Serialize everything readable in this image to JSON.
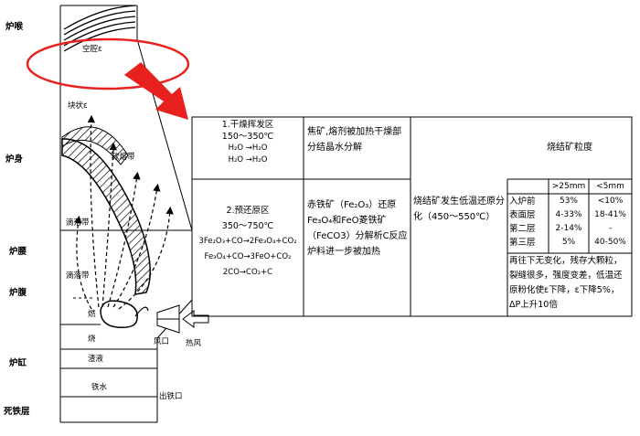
{
  "furnace": {
    "left_labels": {
      "throat": "炉喉",
      "shaft": "炉身",
      "belly": "炉腰",
      "bosh": "炉腹",
      "hearth": "炉缸",
      "dead_iron": "死铁层"
    },
    "inner_labels": {
      "empty": "空腔",
      "empty_suffix": "ε",
      "block": "块状",
      "block_suffix": "ε",
      "soft": "软熔带",
      "drip": "滴落带",
      "drip2": "滴落带",
      "burn": "燃",
      "burn2": "烧",
      "slag": "渣液",
      "iron": "铁水"
    },
    "right_labels": {
      "tuyere": "风口",
      "hot_air": "热风",
      "taphole": "出铁口"
    }
  },
  "table": {
    "zone1": {
      "title": "1.干燥挥发区",
      "temp": "150～350℃",
      "eq1_lhs": "H₂O",
      "eq1_rhs": "H₂O",
      "eq2_lhs": "H₂O",
      "eq2_rhs": "H₂O",
      "desc": "焦矿,熔剂被加热干燥部分结晶水分解"
    },
    "zone2": {
      "title": "2.预还原区",
      "temp": "350～750℃",
      "eq1": "3Fe₂O₃+CO→2Fe₃O₄+CO₂",
      "eq2": "Fe₃O₄+CO→3FeO+CO₂",
      "eq3": "2CO→CO₂+C",
      "desc": "赤铁矿（Fe₂O₃）还原Fe₃O₄和FeO菱铁矿（FeCO3）分解析C反应炉料进一步被加热"
    },
    "middle_note": "烧结矿发生低温还原分化（450～550℃）",
    "size_header": "烧结矿粒度",
    "size_table": {
      "col1": ">25mm",
      "col2": "<5mm",
      "rows": [
        {
          "name": "入炉前",
          "a": "53%",
          "b": "<10%"
        },
        {
          "name": "表面层",
          "a": "4-33%",
          "b": "18-41%"
        },
        {
          "name": "第二层",
          "a": "2-14%",
          "b": "-"
        },
        {
          "name": "第三层",
          "a": "5%",
          "b": "40-50%"
        }
      ]
    },
    "conclusion": "再往下无变化，残存大颗粒，裂缝很多，强度变差，低温还原粉化使ε下降，ε下降5%，ΔP上升10倍"
  },
  "colors": {
    "highlight": "#e8211e",
    "line": "#000000"
  }
}
